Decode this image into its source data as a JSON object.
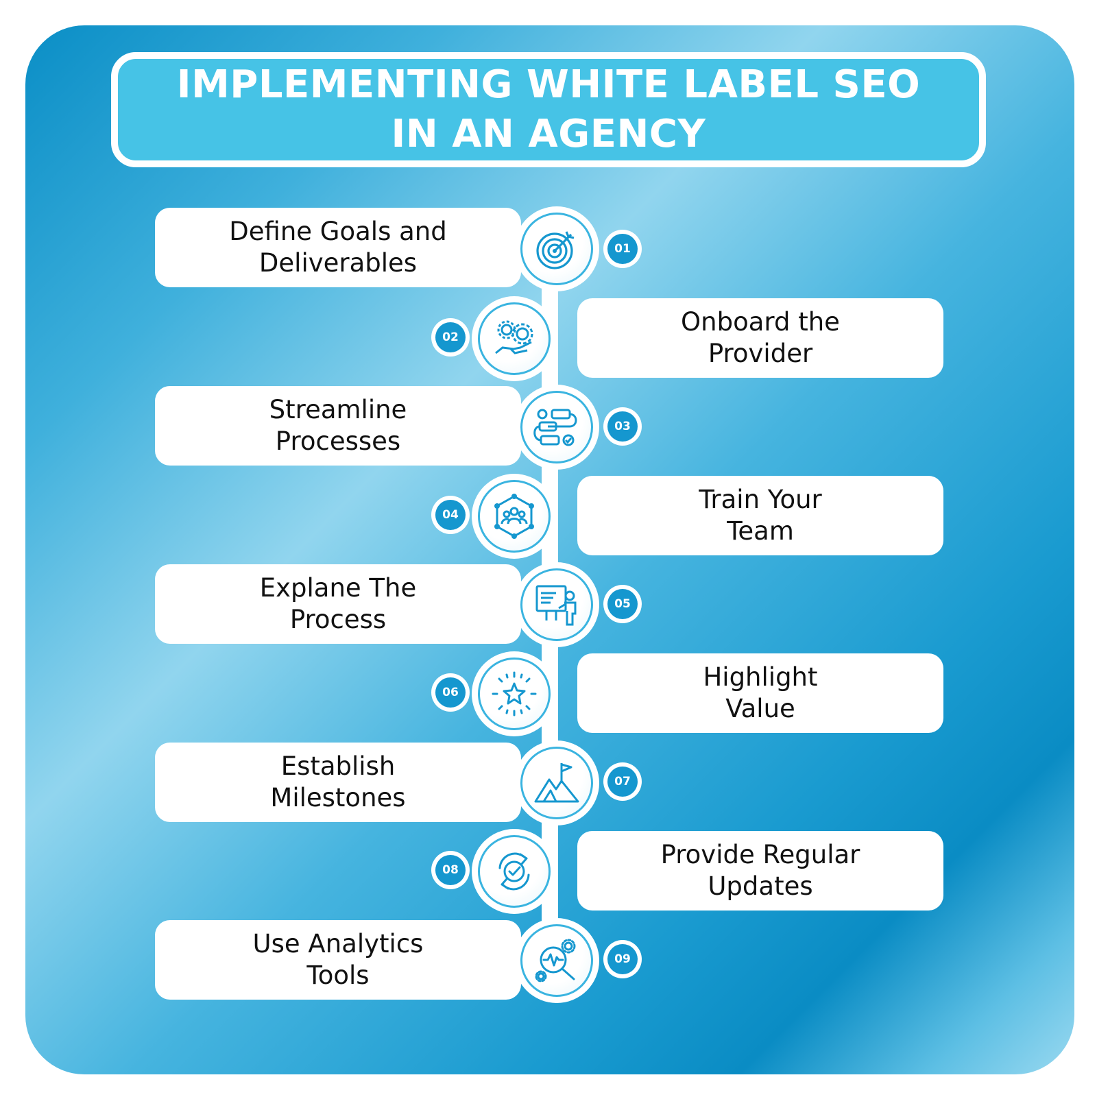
{
  "colors": {
    "panel_gradient_dark": "#0a8cc4",
    "panel_gradient_light": "#91d5ee",
    "title_fill": "#46c3e6",
    "badge_fill": "#1597cf",
    "card_fill": "#ffffff",
    "text": "#111111"
  },
  "title": {
    "line1": "IMPLEMENTING WHITE LABEL SEO",
    "line2": "IN AN AGENCY"
  },
  "steps": [
    {
      "number": "01",
      "line1": "Define Goals and",
      "line2": "Deliverables",
      "icon": "target-icon",
      "side": "left"
    },
    {
      "number": "02",
      "line1": "Onboard the",
      "line2": "Provider",
      "icon": "gears-hand-icon",
      "side": "right"
    },
    {
      "number": "03",
      "line1": "Streamline",
      "line2": "Processes",
      "icon": "workflow-icon",
      "side": "left"
    },
    {
      "number": "04",
      "line1": "Train Your",
      "line2": "Team",
      "icon": "team-network-icon",
      "side": "right"
    },
    {
      "number": "05",
      "line1": "Explane The",
      "line2": "Process",
      "icon": "presentation-icon",
      "side": "left"
    },
    {
      "number": "06",
      "line1": "Highlight",
      "line2": "Value",
      "icon": "star-burst-icon",
      "side": "right"
    },
    {
      "number": "07",
      "line1": "Establish",
      "line2": "Milestones",
      "icon": "mountain-flag-icon",
      "side": "left"
    },
    {
      "number": "08",
      "line1": "Provide Regular",
      "line2": "Updates",
      "icon": "refresh-check-icon",
      "side": "right"
    },
    {
      "number": "09",
      "line1": "Use Analytics",
      "line2": "Tools",
      "icon": "analytics-search-icon",
      "side": "left"
    }
  ]
}
